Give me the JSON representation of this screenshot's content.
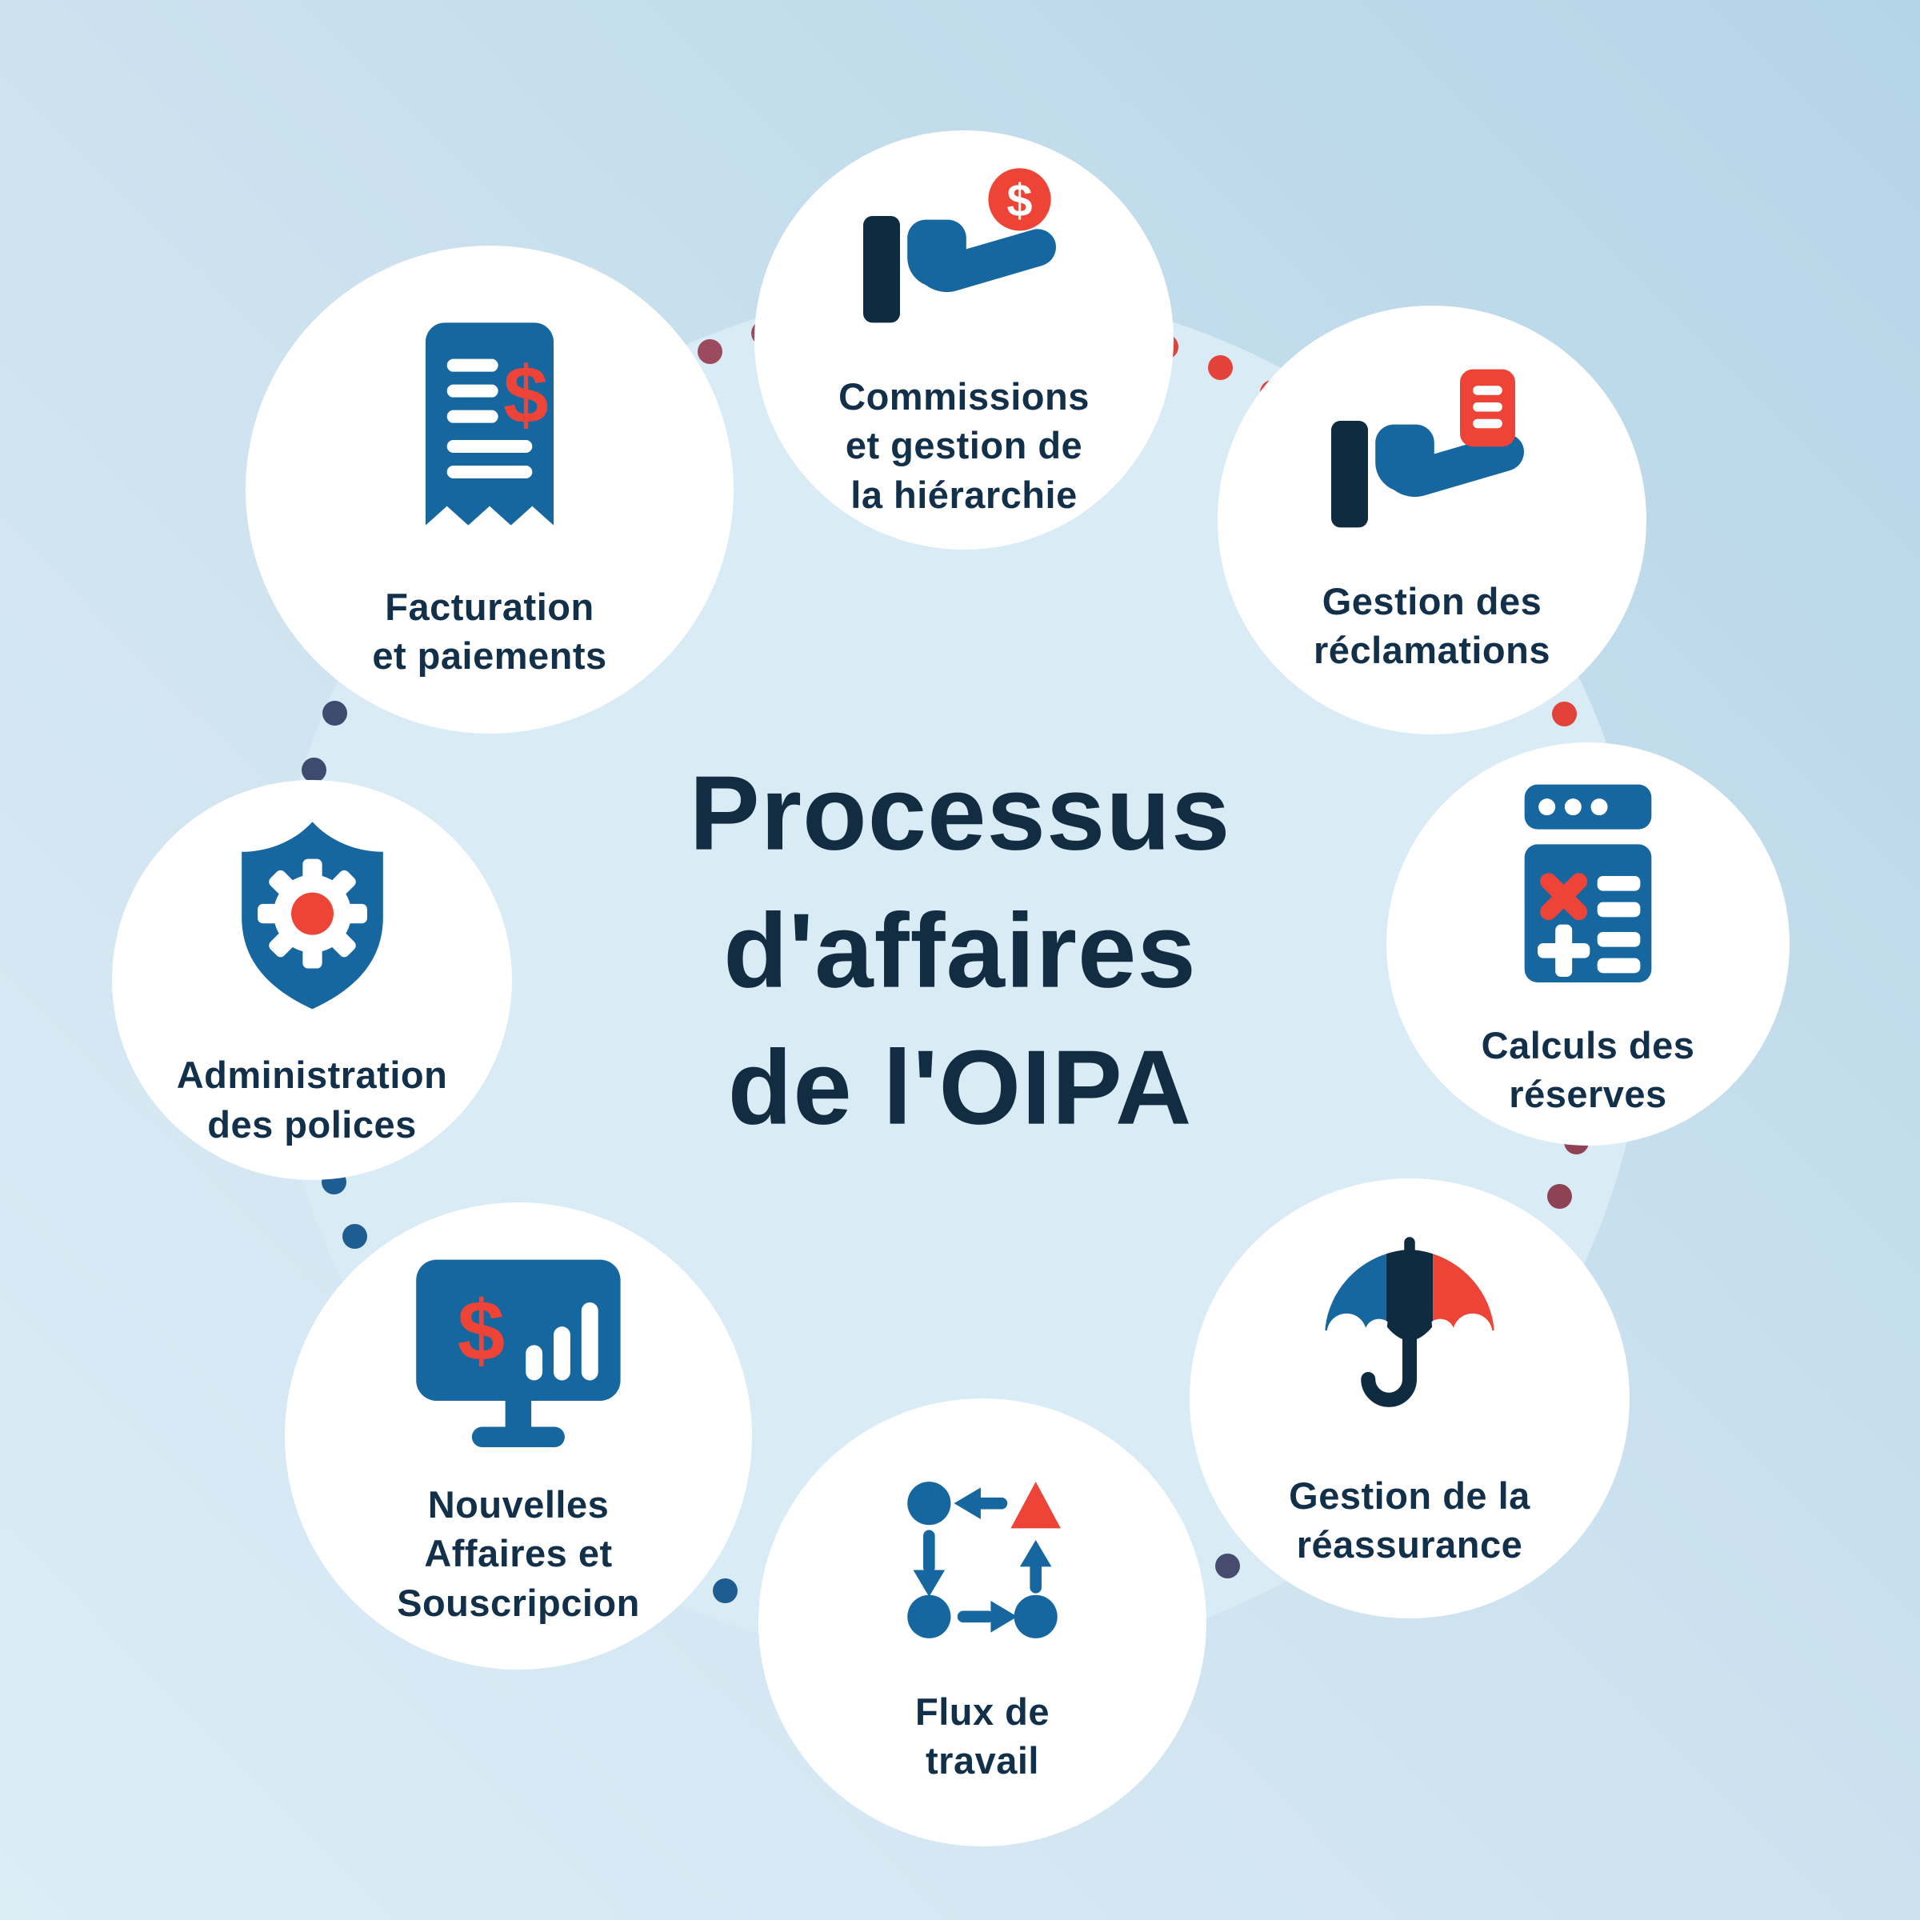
{
  "title": {
    "text": "Processus\nd'affaires\nde l'OIPA"
  },
  "items": [
    {
      "id": "commissions",
      "label": "Commissions\net gestion de\nla hiérarchie",
      "icon": "hand-coin-icon"
    },
    {
      "id": "reclamations",
      "label": "Gestion des\nréclamations",
      "icon": "hand-document-icon"
    },
    {
      "id": "calculs",
      "label": "Calculs des\nréserves",
      "icon": "calculator-icon"
    },
    {
      "id": "reassurance",
      "label": "Gestion de la\nréassurance",
      "icon": "umbrella-icon"
    },
    {
      "id": "flux",
      "label": "Flux de\ntravail",
      "icon": "workflow-icon"
    },
    {
      "id": "nouvelles",
      "label": "Nouvelles\nAffaires et\nSouscripcion",
      "icon": "monitor-chart-icon"
    },
    {
      "id": "administration",
      "label": "Administration\ndes polices",
      "icon": "shield-gear-icon"
    },
    {
      "id": "facturation",
      "label": "Facturation\net paiements",
      "icon": "receipt-icon"
    }
  ],
  "icon_glyphs": {
    "dollar": "$"
  },
  "colors": {
    "background_top_right": "#b4d5e7",
    "background_bottom_left": "#dcedf6",
    "blob": "#d9ebf5",
    "circle_fill": "#ffffff",
    "ink": "#13304a",
    "ink_strong": "#122c42",
    "icon_blue": "#1667a0",
    "icon_navy": "#0e2b3f",
    "icon_red": "#ee4438"
  },
  "connectors": [
    {
      "from": "facturation",
      "to": "commissions",
      "color": "#9c4a5e"
    },
    {
      "from": "commissions",
      "to": "reclamations",
      "color": "#e2423a"
    },
    {
      "from": "reclamations",
      "to": "calculs",
      "color": "#e2423a"
    },
    {
      "from": "calculs",
      "to": "reassurance",
      "color": "#8e4355"
    },
    {
      "from": "reassurance",
      "to": "flux",
      "color": "#474b6e"
    },
    {
      "from": "flux",
      "to": "nouvelles",
      "color": "#1d5d91"
    },
    {
      "from": "nouvelles",
      "to": "administration",
      "color": "#1d5d91"
    },
    {
      "from": "administration",
      "to": "facturation",
      "color": "#3d4c6e"
    }
  ]
}
